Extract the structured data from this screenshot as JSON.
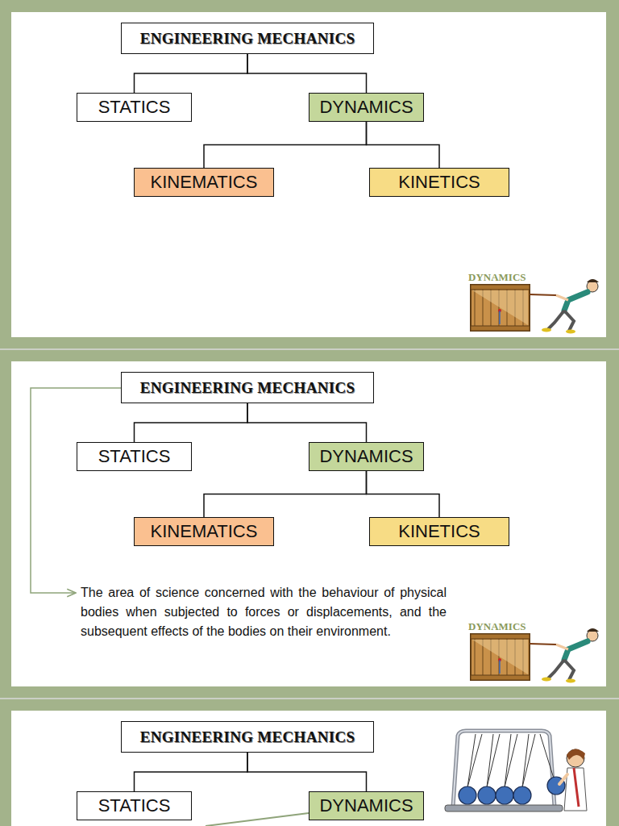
{
  "diagram": {
    "nodes": [
      {
        "text": [
          "ENGINEERING MECHANICS"
        ]
      },
      {
        "text": [
          "STATICS"
        ]
      },
      {
        "text": [
          "DYNAMICS"
        ]
      },
      {
        "text": [
          "KINEMATICS"
        ]
      },
      {
        "text": [
          "KINETICS"
        ]
      },
      {
        "text": [
          "ENGINEERING MECHANICS"
        ]
      },
      {
        "text": [
          "STATICS"
        ]
      },
      {
        "text": [
          "DYNAMICS"
        ]
      },
      {
        "text": [
          "KINEMATICS"
        ]
      },
      {
        "text": [
          "KINETICS"
        ]
      },
      {
        "text": [
          "ENGINEERING MECHANICS"
        ]
      },
      {
        "text": [
          "STATICS"
        ]
      },
      {
        "text": [
          "DYNAMICS"
        ]
      }
    ],
    "edges": [
      {
        "from": 0,
        "to": 1,
        "arrow": "none"
      },
      {
        "from": 0,
        "to": 2,
        "arrow": "none"
      },
      {
        "from": 2,
        "to": 3,
        "arrow": "none"
      },
      {
        "from": 2,
        "to": 4,
        "arrow": "none"
      },
      {
        "from": 5,
        "to": 6,
        "arrow": "none"
      },
      {
        "from": 5,
        "to": 7,
        "arrow": "none"
      },
      {
        "from": 7,
        "to": 8,
        "arrow": "none"
      },
      {
        "from": 7,
        "to": 9,
        "arrow": "none"
      },
      {
        "from": 10,
        "to": 11,
        "arrow": "none"
      },
      {
        "from": 10,
        "to": 12,
        "arrow": "none"
      }
    ],
    "labels": [
      "DYNAMICS",
      "The area of science concerned with the behaviour of physical bodies when subjected to forces or displacements, and the subsequent effects of the bodies on their environment.",
      "DYNAMICS"
    ]
  }
}
